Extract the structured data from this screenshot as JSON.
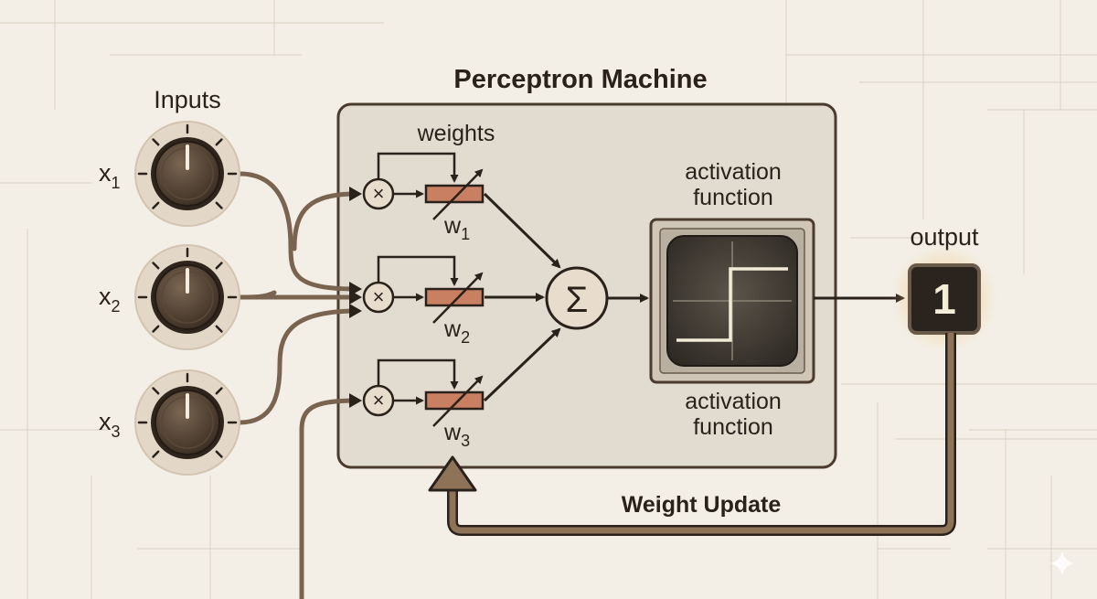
{
  "title": "Perceptron Machine",
  "inputs": {
    "label": "Inputs",
    "items": [
      {
        "base": "x",
        "sub": "1"
      },
      {
        "base": "x",
        "sub": "2"
      },
      {
        "base": "x",
        "sub": "3"
      }
    ]
  },
  "weights": {
    "label": "weights",
    "items": [
      {
        "base": "w",
        "sub": "1"
      },
      {
        "base": "w",
        "sub": "2"
      },
      {
        "base": "w",
        "sub": "3"
      }
    ]
  },
  "multiply_symbol": "×",
  "sum_symbol": "Σ",
  "activation": {
    "top_line1": "activation",
    "top_line2": "function",
    "bottom_line1": "activation",
    "bottom_line2": "function"
  },
  "output": {
    "label": "output",
    "value": "1"
  },
  "feedback_label": "Weight Update",
  "colors": {
    "background": "#f3efe6",
    "panel": "#e2dbd0",
    "wire": "#7a6450",
    "dark": "#2a211b",
    "resistor": "#c87f62",
    "scope_trace": "#f1ebd7"
  }
}
